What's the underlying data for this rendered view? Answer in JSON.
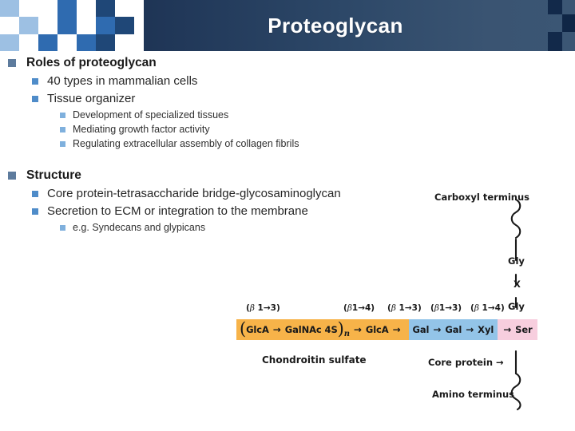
{
  "header": {
    "title": "Proteoglycan",
    "gradient_from": "#1c3251",
    "gradient_to": "#3b5674",
    "title_color": "#ffffff"
  },
  "palette": {
    "bullet_level1": "#5d7b9d",
    "bullet_level2": "#4f8cc9",
    "bullet_level3": "#7fb0dd",
    "glycan_orange": "#f7b349",
    "bridge_blue": "#93c4e8",
    "serine_pink": "#f7cede",
    "text": "#1a1a1a"
  },
  "content": {
    "sections": [
      {
        "heading": "Roles of proteoglycan",
        "items": [
          {
            "label": "40 types in mammalian cells",
            "children": []
          },
          {
            "label": "Tissue organizer",
            "children": [
              "Development of specialized tissues",
              "Mediating growth factor activity",
              "Regulating extracellular assembly of collagen fibrils"
            ]
          }
        ]
      },
      {
        "heading": "Structure",
        "items": [
          {
            "label": "Core protein-tetrasaccharide bridge-glycosaminoglycan",
            "children": []
          },
          {
            "label": "Secretion to ECM or integration to the membrane",
            "children": [
              "e.g. Syndecans and glypicans"
            ]
          }
        ]
      }
    ]
  },
  "diagram": {
    "labels": {
      "carboxyl_terminus": "Carboxyl terminus",
      "amino_terminus": "Amino terminus",
      "core_protein": "Core protein →",
      "chondroitin_sulfate": "Chondroitin sulfate",
      "gly_top": "Gly",
      "x_residue": "X",
      "gly_bottom": "Gly"
    },
    "linkages": [
      "(β 1→3)",
      "(β 1→4)",
      "(β 1→3)",
      "(β 1→3)",
      "(β 1→4)"
    ],
    "linkage_parts": [
      {
        "open": "(",
        "beta": "β",
        "spec": " 1→3)"
      },
      {
        "open": "(",
        "beta": "β",
        "spec": "1→4)"
      },
      {
        "open": "(",
        "beta": "β",
        "spec": " 1→3)"
      },
      {
        "open": "(",
        "beta": "β",
        "spec": "1→3)"
      },
      {
        "open": "(",
        "beta": "β",
        "spec": " 1→4)"
      }
    ],
    "chain": {
      "repeat_open": "(",
      "repeat_residue_a": "GlcA",
      "repeat_arrow": "→",
      "repeat_residue_b": "GalNAc 4S",
      "repeat_close": ")",
      "repeat_subscript": "n",
      "arrow_after_repeat": "→",
      "glca": "GlcA",
      "arrow1": "→",
      "gal1": "Gal",
      "arrow2": "→",
      "gal2": "Gal",
      "arrow3": "→",
      "xyl": "Xyl",
      "arrow4": "→",
      "ser": "Ser"
    }
  }
}
